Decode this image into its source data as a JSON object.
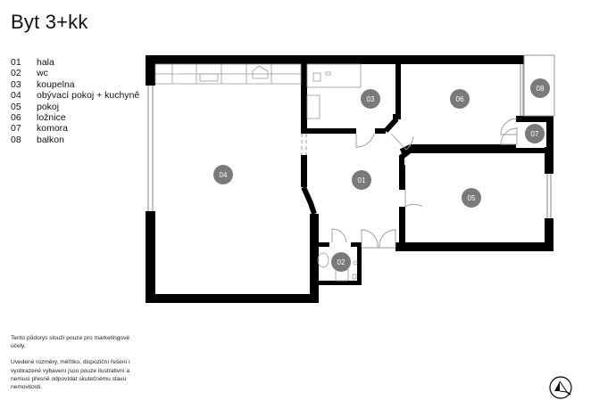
{
  "title": "Byt 3+kk",
  "legend": [
    {
      "num": "01",
      "label": "hala"
    },
    {
      "num": "02",
      "label": "wc"
    },
    {
      "num": "03",
      "label": "koupelna"
    },
    {
      "num": "04",
      "label": "obývací pokoj + kuchyně"
    },
    {
      "num": "05",
      "label": "pokoj"
    },
    {
      "num": "06",
      "label": "ložnice"
    },
    {
      "num": "07",
      "label": "komora"
    },
    {
      "num": "08",
      "label": "balkon"
    }
  ],
  "disclaimer": {
    "p1": "Tento půdorys slouží pouze pro marketingové účely.",
    "p2": "Uvedené rozměry, měřítko, dispoziční řešení i vyobrazené vybavení jsou pouze ilustrativní a nemusí přesně odpovídat skutečnému stavu nemovitosti."
  },
  "rooms": {
    "r01": "01",
    "r02": "02",
    "r03": "03",
    "r04": "04",
    "r05": "05",
    "r06": "06",
    "r07": "07",
    "r08": "08"
  },
  "colors": {
    "wall": "#000000",
    "badge": "#7a7a7a",
    "fixture": "#8c8c8c"
  },
  "compass": {
    "icon": "north-arrow-icon"
  }
}
